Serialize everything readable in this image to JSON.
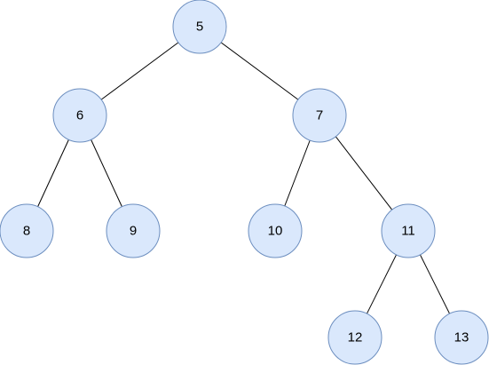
{
  "diagram": {
    "type": "binary-tree",
    "node_fill": "#dae8fc",
    "node_stroke": "#6c8ebf",
    "edge_color": "#000000",
    "nodes": [
      {
        "id": "n5",
        "label": "5"
      },
      {
        "id": "n6",
        "label": "6"
      },
      {
        "id": "n7",
        "label": "7"
      },
      {
        "id": "n8",
        "label": "8"
      },
      {
        "id": "n9",
        "label": "9"
      },
      {
        "id": "n10",
        "label": "10"
      },
      {
        "id": "n11",
        "label": "11"
      },
      {
        "id": "n12",
        "label": "12"
      },
      {
        "id": "n13",
        "label": "13"
      }
    ],
    "edges": [
      {
        "from": "n5",
        "to": "n6"
      },
      {
        "from": "n5",
        "to": "n7"
      },
      {
        "from": "n6",
        "to": "n8"
      },
      {
        "from": "n6",
        "to": "n9"
      },
      {
        "from": "n7",
        "to": "n10"
      },
      {
        "from": "n7",
        "to": "n11"
      },
      {
        "from": "n11",
        "to": "n12"
      },
      {
        "from": "n11",
        "to": "n13"
      }
    ]
  }
}
